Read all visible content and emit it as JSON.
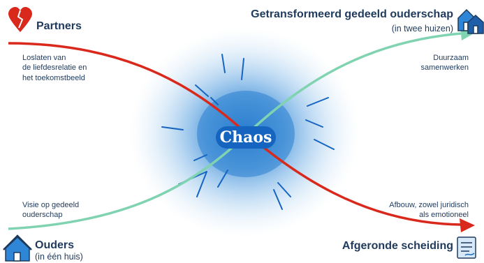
{
  "partners": {
    "title": "Partners"
  },
  "transformed": {
    "title": "Getransformeerd gedeeld ouderschap",
    "subtitle": "(in twee huizen)"
  },
  "parents": {
    "title": "Ouders",
    "subtitle": "(in één huis)"
  },
  "divorce": {
    "title": "Afgeronde scheiding"
  },
  "center": {
    "label": "Chaos"
  },
  "notes": {
    "release": [
      "Loslaten van",
      "de liefdesrelatie en",
      "het toekomstbeeld"
    ],
    "vision": [
      "Visie op gedeeld",
      "ouderschap"
    ],
    "cooperation": [
      "Duurzaam",
      "samenwerken"
    ],
    "dismantle": [
      "Afbouw, zowel juridisch",
      "als emotioneel"
    ]
  },
  "colors": {
    "red": "#d9281c",
    "green": "#7fd3b0",
    "navy": "#1f3a5c",
    "blue": "#1565c0",
    "cloud": "#2f86d6"
  },
  "icons": [
    "broken-heart-icon",
    "two-houses-icon",
    "house-icon",
    "document-icon"
  ]
}
